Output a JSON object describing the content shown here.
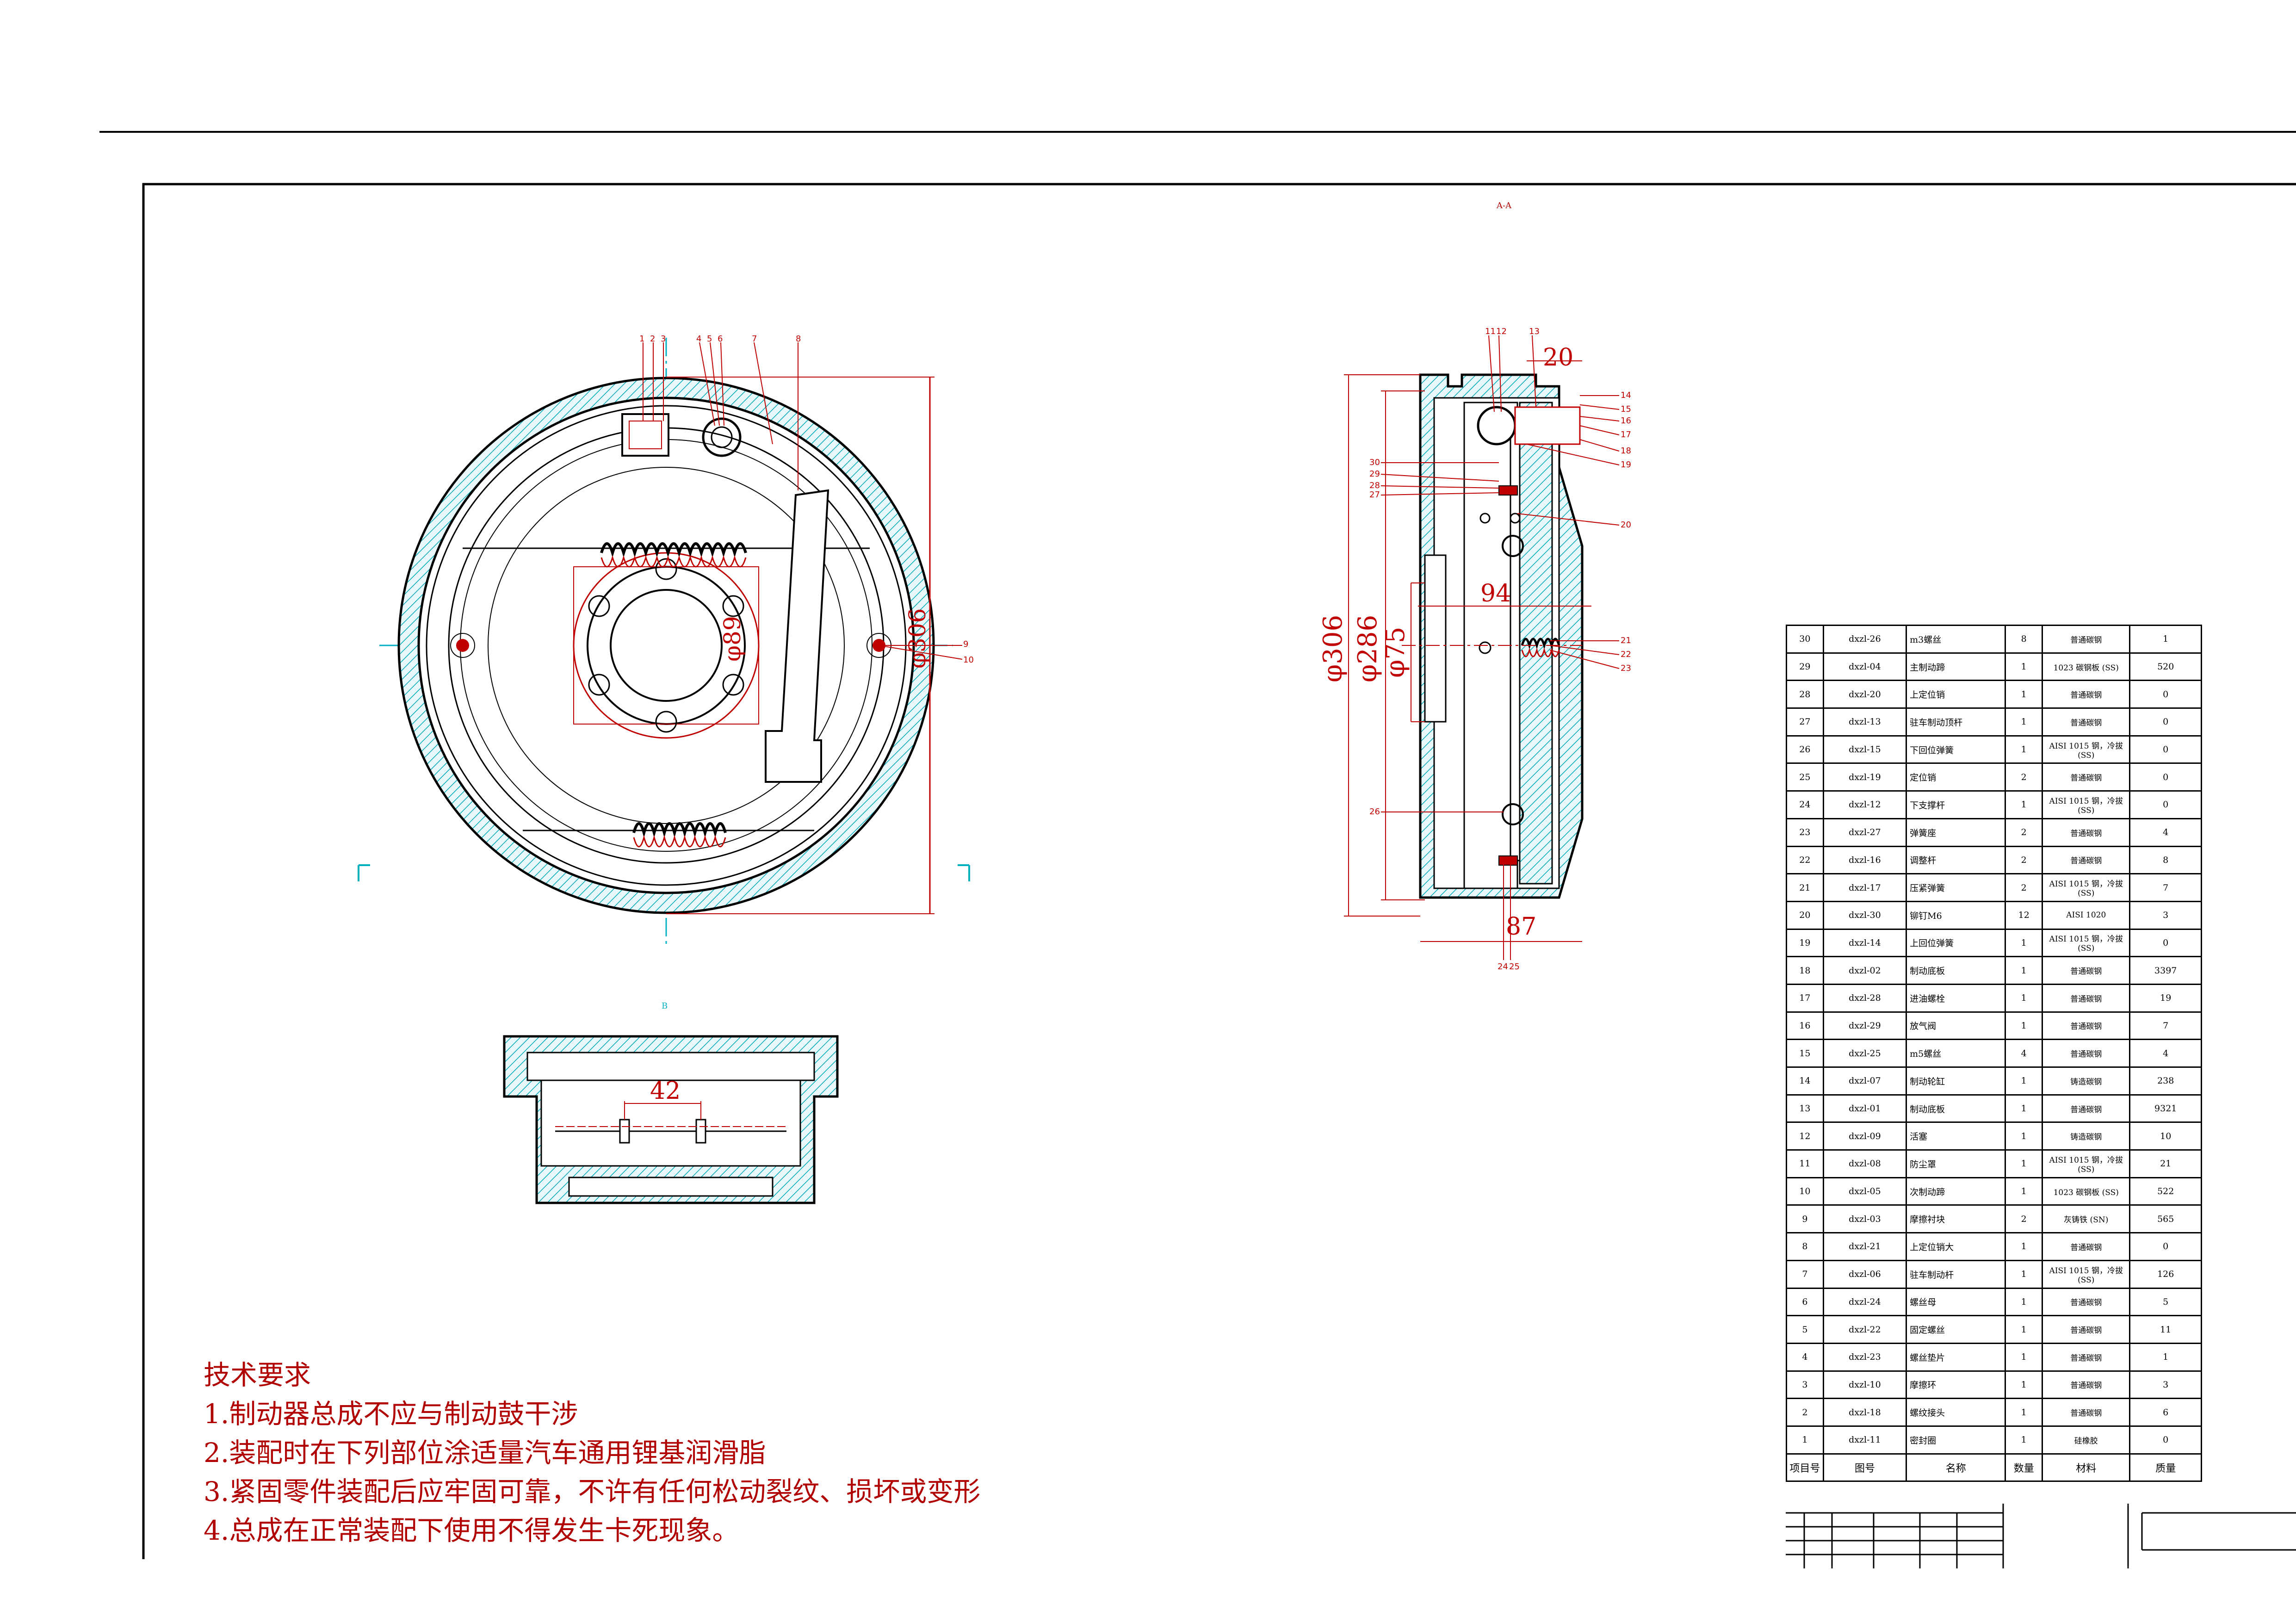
{
  "section_label": "A-A",
  "view_label": "B",
  "notes": {
    "title": "技术要求",
    "items": [
      "1.制动器总成不应与制动鼓干涉",
      "2.装配时在下列部位涂适量汽车通用锂基润滑脂",
      "3.紧固零件装配后应牢固可靠，不许有任何松动裂纹、损坏或变形",
      "4.总成在正常装配下使用不得发生卡死现象。"
    ]
  },
  "dimensions": {
    "front_outer": "φ306",
    "front_hub": "φ89",
    "side_306": "φ306",
    "side_286": "φ286",
    "side_75": "φ75",
    "side_20": "20",
    "side_94": "94",
    "side_87": "87",
    "bottom_42": "42"
  },
  "balloons_front": [
    "1",
    "2",
    "3",
    "4",
    "5",
    "6",
    "7",
    "8",
    "9",
    "10"
  ],
  "balloons_side": [
    "11",
    "12",
    "13",
    "14",
    "15",
    "16",
    "17",
    "18",
    "19",
    "20",
    "21",
    "22",
    "23",
    "24",
    "25",
    "26",
    "27",
    "28",
    "29",
    "30"
  ],
  "bom": {
    "headers": [
      "项目号",
      "图号",
      "名称",
      "数量",
      "材料",
      "质量"
    ],
    "rows": [
      [
        "30",
        "dxzl-26",
        "m3螺丝",
        "8",
        "普通碳钢",
        "1"
      ],
      [
        "29",
        "dxzl-04",
        "主制动蹄",
        "1",
        "1023 碳钢板 (SS)",
        "520"
      ],
      [
        "28",
        "dxzl-20",
        "上定位销",
        "1",
        "普通碳钢",
        "0"
      ],
      [
        "27",
        "dxzl-13",
        "驻车制动顶杆",
        "1",
        "普通碳钢",
        "0"
      ],
      [
        "26",
        "dxzl-15",
        "下回位弹簧",
        "1",
        "AISI 1015 钢，冷拔 (SS)",
        "0"
      ],
      [
        "25",
        "dxzl-19",
        "定位销",
        "2",
        "普通碳钢",
        "0"
      ],
      [
        "24",
        "dxzl-12",
        "下支撑杆",
        "1",
        "AISI 1015 钢，冷拔 (SS)",
        "0"
      ],
      [
        "23",
        "dxzl-27",
        "弹簧座",
        "2",
        "普通碳钢",
        "4"
      ],
      [
        "22",
        "dxzl-16",
        "调整杆",
        "2",
        "普通碳钢",
        "8"
      ],
      [
        "21",
        "dxzl-17",
        "压紧弹簧",
        "2",
        "AISI 1015 钢，冷拔 (SS)",
        "7"
      ],
      [
        "20",
        "dxzl-30",
        "铆钉M6",
        "12",
        "AISI 1020",
        "3"
      ],
      [
        "19",
        "dxzl-14",
        "上回位弹簧",
        "1",
        "AISI 1015 钢，冷拔 (SS)",
        "0"
      ],
      [
        "18",
        "dxzl-02",
        "制动底板",
        "1",
        "普通碳钢",
        "3397"
      ],
      [
        "17",
        "dxzl-28",
        "进油螺栓",
        "1",
        "普通碳钢",
        "19"
      ],
      [
        "16",
        "dxzl-29",
        "放气阀",
        "1",
        "普通碳钢",
        "7"
      ],
      [
        "15",
        "dxzl-25",
        "m5螺丝",
        "4",
        "普通碳钢",
        "4"
      ],
      [
        "14",
        "dxzl-07",
        "制动轮缸",
        "1",
        "铸造碳钢",
        "238"
      ],
      [
        "13",
        "dxzl-01",
        "制动底板",
        "1",
        "普通碳钢",
        "9321"
      ],
      [
        "12",
        "dxzl-09",
        "活塞",
        "1",
        "铸造碳钢",
        "10"
      ],
      [
        "11",
        "dxzl-08",
        "防尘罩",
        "1",
        "AISI 1015 钢，冷拔 (SS)",
        "21"
      ],
      [
        "10",
        "dxzl-05",
        "次制动蹄",
        "1",
        "1023 碳钢板 (SS)",
        "522"
      ],
      [
        "9",
        "dxzl-03",
        "摩擦衬块",
        "2",
        "灰铸铁 (SN)",
        "565"
      ],
      [
        "8",
        "dxzl-21",
        "上定位销大",
        "1",
        "普通碳钢",
        "0"
      ],
      [
        "7",
        "dxzl-06",
        "驻车制动杆",
        "1",
        "AISI 1015 钢，冷拔 (SS)",
        "126"
      ],
      [
        "6",
        "dxzl-24",
        "螺丝母",
        "1",
        "普通碳钢",
        "5"
      ],
      [
        "5",
        "dxzl-22",
        "固定螺丝",
        "1",
        "普通碳钢",
        "11"
      ],
      [
        "4",
        "dxzl-23",
        "螺丝垫片",
        "1",
        "普通碳钢",
        "1"
      ],
      [
        "3",
        "dxzl-10",
        "摩擦环",
        "1",
        "普通碳钢",
        "3"
      ],
      [
        "2",
        "dxzl-18",
        "螺纹接头",
        "1",
        "普通碳钢",
        "6"
      ],
      [
        "1",
        "dxzl-11",
        "密封圈",
        "1",
        "硅橡胶",
        "0"
      ]
    ]
  },
  "colors": {
    "outline": "#000000",
    "dimension": "#c00000",
    "center": "#00b0c0",
    "hatch": "#00a8b8"
  }
}
